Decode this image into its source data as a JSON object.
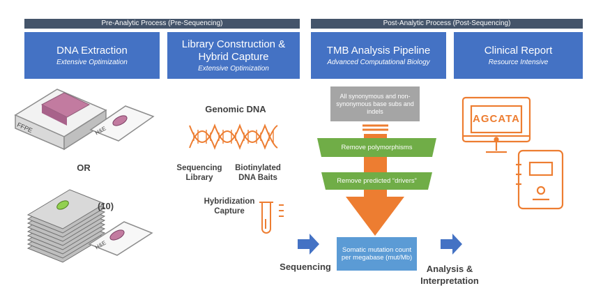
{
  "phases": {
    "pre": "Pre-Analytic Process (Pre-Sequencing)",
    "post": "Post-Analytic Process (Post-Sequencing)"
  },
  "steps": [
    {
      "title": "DNA Extraction",
      "subtitle": "Extensive Optimization"
    },
    {
      "title": "Library Construction & Hybrid Capture",
      "subtitle": "Extensive Optimization"
    },
    {
      "title": "TMB Analysis Pipeline",
      "subtitle": "Advanced Computational Biology"
    },
    {
      "title": "Clinical Report",
      "subtitle": "Resource Intensive"
    }
  ],
  "specimen": {
    "ffpe": "FFPE",
    "he": "H&E",
    "or": "OR",
    "count": "(10)"
  },
  "library": {
    "genomic_dna": "Genomic DNA",
    "seq_library": "Sequencing Library",
    "baits": "Biotinylated DNA Baits",
    "capture": "Hybridization Capture"
  },
  "pipeline": {
    "input": "All synonymous and non-synonymous base subs and indels",
    "filter1": "Remove polymorphisms",
    "filter2": "Remove predicted “drivers”",
    "output": "Somatic mutation count per megabase (mut/Mb)"
  },
  "report": {
    "screen_text": "AGCATA"
  },
  "flow": {
    "sequencing": "Sequencing",
    "analysis": "Analysis & Interpretation"
  },
  "colors": {
    "header_bar": "#44546a",
    "step_box": "#4472c4",
    "accent_orange": "#ed7d31",
    "filter_green": "#70ad47",
    "input_gray": "#a5a5a5",
    "output_blue": "#5b9bd5"
  }
}
